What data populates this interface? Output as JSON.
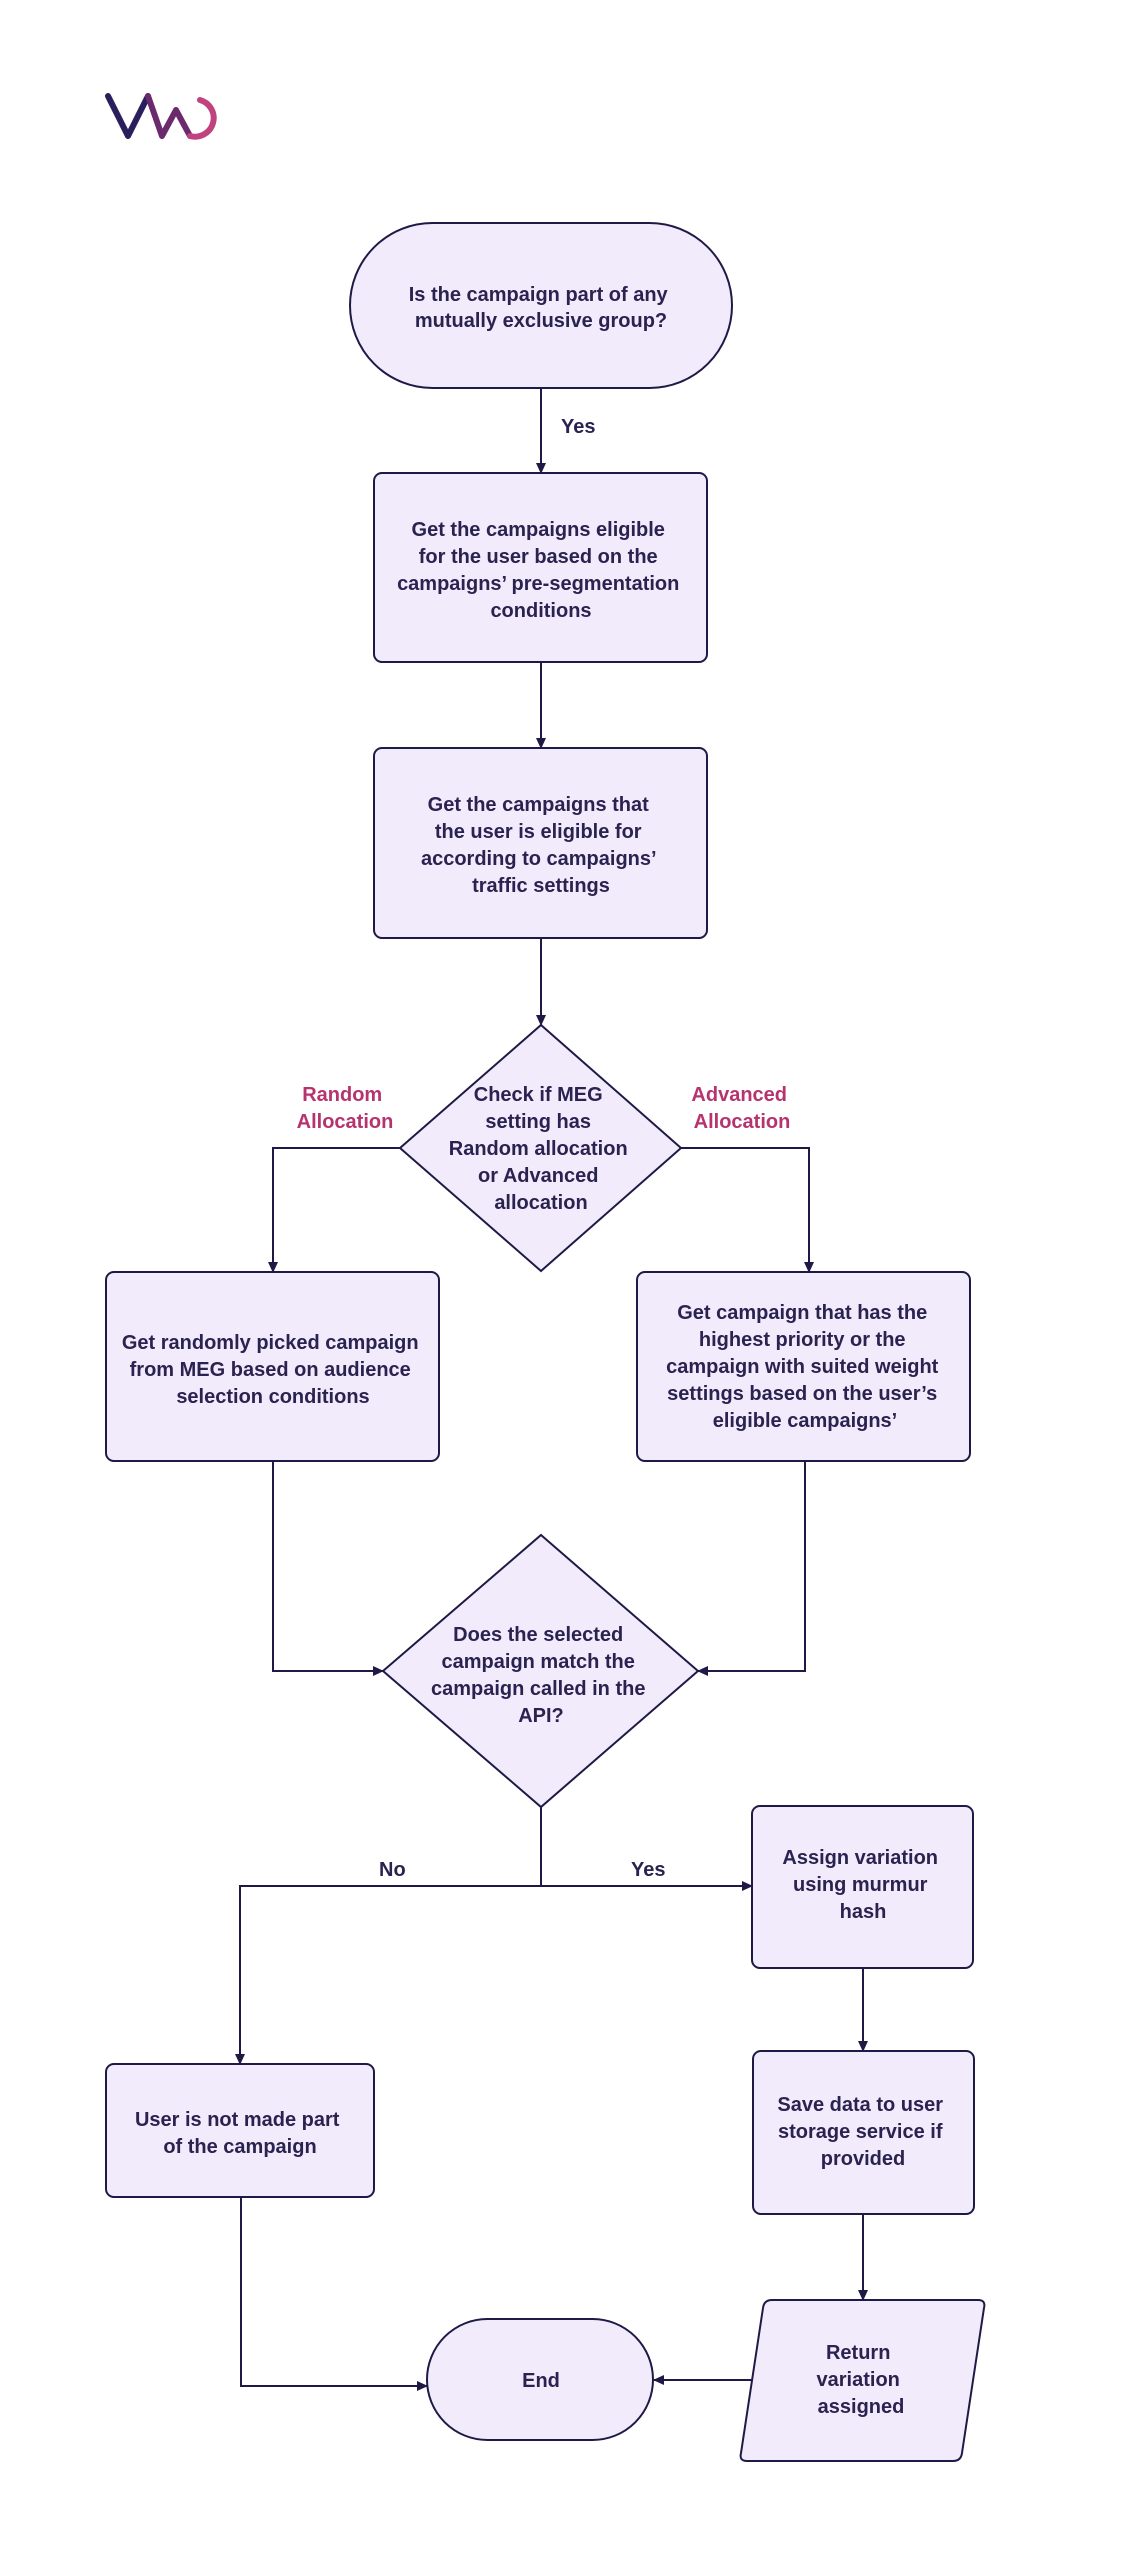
{
  "logo": {
    "text": "VWO",
    "colors": {
      "v": "#2a1f5c",
      "w": "#6b2a6e",
      "o": "#c0437f"
    }
  },
  "colors": {
    "node_fill": "#f2ebfc",
    "node_stroke": "#1f1a45",
    "text": "#2a2350",
    "branch_label": "#b7336f"
  },
  "nodes": {
    "start": {
      "shape": "terminal",
      "lines": [
        "Is the campaign part of any",
        "mutually exclusive group?"
      ]
    },
    "eligible_preseg": {
      "shape": "process",
      "lines": [
        "Get the campaigns eligible",
        "for the user based on the",
        "campaigns’  pre-segmentation",
        "conditions"
      ]
    },
    "eligible_traffic": {
      "shape": "process",
      "lines": [
        "Get the campaigns that",
        "the user is eligible for",
        "according to campaigns’",
        "traffic settings"
      ]
    },
    "meg_check": {
      "shape": "decision",
      "lines": [
        "Check if MEG",
        "setting has",
        "Random allocation",
        "or Advanced",
        "allocation"
      ]
    },
    "random_pick": {
      "shape": "process",
      "lines": [
        "Get randomly picked campaign",
        "from MEG based on audience",
        "selection conditions"
      ]
    },
    "advanced_pick": {
      "shape": "process",
      "lines": [
        "Get campaign that has the",
        "highest priority or the",
        "campaign with suited weight",
        "settings based on the user’s",
        "eligible campaigns’"
      ]
    },
    "match_check": {
      "shape": "decision",
      "lines": [
        "Does the selected",
        "campaign match the",
        "campaign called in the",
        "API?"
      ]
    },
    "assign_variation": {
      "shape": "process",
      "lines": [
        "Assign variation",
        "using murmur",
        "hash"
      ]
    },
    "not_part": {
      "shape": "process",
      "lines": [
        "User is not made part",
        "of the campaign"
      ]
    },
    "save_data": {
      "shape": "process",
      "lines": [
        "Save data to user",
        "storage service if",
        "provided"
      ]
    },
    "return_variation": {
      "shape": "io",
      "lines": [
        "Return",
        "variation",
        "assigned"
      ]
    },
    "end": {
      "shape": "terminal",
      "lines": [
        "End"
      ]
    }
  },
  "edge_labels": {
    "start_yes": "Yes",
    "match_no": "No",
    "match_yes": "Yes"
  },
  "branch_labels": {
    "random": [
      "Random",
      "Allocation"
    ],
    "advanced": [
      "Advanced",
      "Allocation"
    ]
  }
}
